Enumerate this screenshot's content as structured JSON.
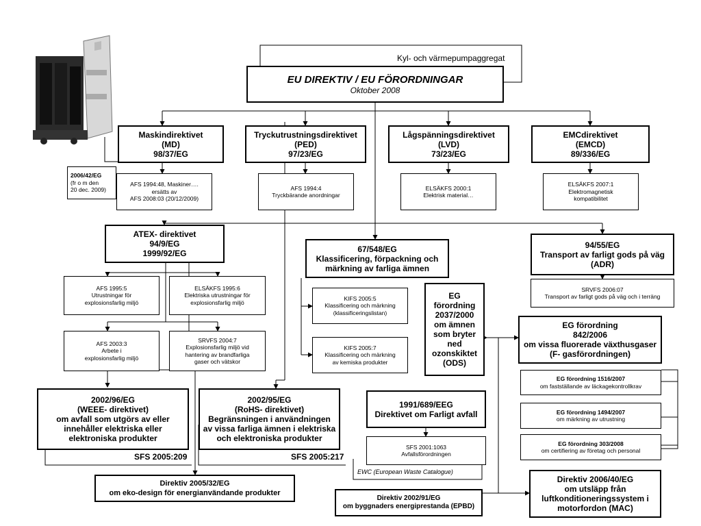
{
  "header": {
    "category": "Kyl- och värmepumpaggregat",
    "title": "EU DIREKTIV / EU FÖRORDNINGAR",
    "date": "Oktober 2008"
  },
  "md": {
    "l1": "Maskindirektivet",
    "l2": "(MD)",
    "l3": "98/37/EG",
    "note1": "2006/42/EG",
    "note2": "(fr o m den",
    "note3": "20 dec. 2009)",
    "afs1": "AFS 1994:48, Maskiner….",
    "afs2": "ersätts av",
    "afs3": "AFS 2008:03 (20/12/2009)"
  },
  "ped": {
    "l1": "Tryckutrustningsdirektivet",
    "l2": "(PED)",
    "l3": "97/23/EG",
    "afs1": "AFS 1994:4",
    "afs2": "Tryckbärande anordningar"
  },
  "lvd": {
    "l1": "Lågspänningsdirektivet",
    "l2": "(LVD)",
    "l3": "73/23/EG",
    "s1": "ELSÄKFS 2000:1",
    "s2": "Elektrisk material…"
  },
  "emc": {
    "l1": "EMCdirektivet",
    "l2": "(EMCD)",
    "l3": "89/336/EG",
    "s1": "ELSÄKFS 2007:1",
    "s2": "Elektromagnetisk",
    "s3": "kompatibilitet"
  },
  "atex": {
    "l1": "ATEX- direktivet",
    "l2": "94/9/EG",
    "l3": "1999/92/EG",
    "a1": "AFS 1995:5",
    "a2": "Utrustningar för",
    "a3": "explosionsfarlig miljö",
    "b1": "ELSÄKFS 1995:6",
    "b2": "Elektriska utrustningar för",
    "b3": "explosionsfarlig miljö",
    "c1": "AFS 2003:3",
    "c2": "Arbete i",
    "c3": "explosionsfarlig miljö",
    "d1": "SRVFS 2004:7",
    "d2": "Explosionsfarlig miljö vid",
    "d3": "hantering av brandfarliga",
    "d4": "gaser och vätskor"
  },
  "klass": {
    "l1": "67/548/EG",
    "l2": "Klassificering, förpackning och",
    "l3": "märkning av farliga ämnen",
    "k1a": "KIFS 2005:5",
    "k1b": "Klassificering och märkning",
    "k1c": "(klassificeringslistan)",
    "k2a": "KIFS 2005:7",
    "k2b": "Klassificering och märkning",
    "k2c": "av kemiska produkter"
  },
  "ods": {
    "l1": "EG",
    "l2": "förordning",
    "l3": "2037/2000",
    "l4": "om ämnen",
    "l5": "som bryter",
    "l6": "ned",
    "l7": "ozonskiktet",
    "l8": "(ODS)"
  },
  "adr": {
    "l1": "94/55/EG",
    "l2": "Transport av farligt gods på väg",
    "l3": "(ADR)",
    "s1": "SRVFS 2006:07",
    "s2": "Transport av farligt gods på väg och i terräng"
  },
  "fgas": {
    "l1": "EG förordning",
    "l2": "842/2006",
    "l3": "om vissa fluorerade växthusgaser",
    "l4": "(F- gasförordningen)",
    "r1a": "EG förordning 1516/2007",
    "r1b": "om fastställande av läckagekontrollkrav",
    "r2a": "EG förordning 1494/2007",
    "r2b": "om märkning av utrustning",
    "r3a": "EG förordning 303/2008",
    "r3b": "om certifiering av företag och personal"
  },
  "weee": {
    "l1": "2002/96/EG",
    "l2": "(WEEE- direktivet)",
    "l3": "om avfall som utgörs av eller",
    "l4": "innehåller elektriska eller",
    "l5": "elektroniska produkter",
    "sfs": "SFS 2005:209"
  },
  "rohs": {
    "l1": "2002/95/EG",
    "l2": "(RoHS- direktivet)",
    "l3": "Begränsningen i användningen",
    "l4": "av vissa farliga ämnen i elektriska",
    "l5": "och elektroniska produkter",
    "sfs": "SFS 2005:217"
  },
  "avfall": {
    "l1": "1991/689/EEG",
    "l2": "Direktivet om Farligt avfall",
    "s1": "SFS 2001:1063",
    "s2": "Avfallsförordningen",
    "ewc": "EWC (European Waste Catalogue)"
  },
  "eko": {
    "l1": "Direktiv 2005/32/EG",
    "l2": "om eko-design för energianvändande produkter"
  },
  "epbd": {
    "l1": "Direktiv 2002/91/EG",
    "l2": "om byggnaders energiprestanda (EPBD)"
  },
  "mac": {
    "l1": "Direktiv 2006/40/EG",
    "l2": "om utsläpp från",
    "l3": "luftkonditioneringssystem i",
    "l4": "motorfordon (MAC)"
  }
}
